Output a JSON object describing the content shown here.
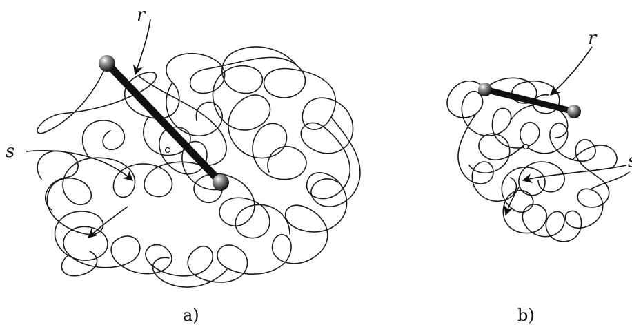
{
  "panels": [
    {
      "caption": "a)",
      "vector_label": "r",
      "contour_label": "s"
    },
    {
      "caption": "b)",
      "vector_label": "r",
      "contour_label": "s"
    }
  ]
}
